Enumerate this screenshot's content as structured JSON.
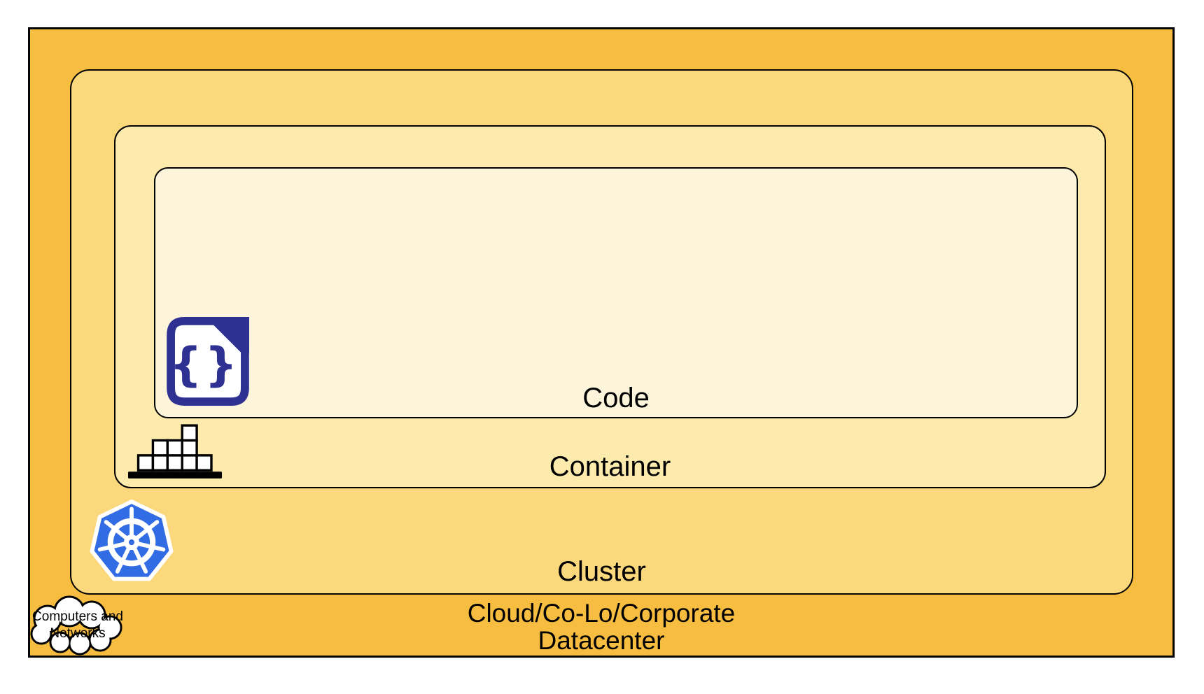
{
  "colors": {
    "datacenter_fill": "#F6BD40",
    "cluster_fill": "#FCD87D",
    "container_fill": "#FDEBAD",
    "code_fill": "#FDF4DC",
    "outline": "#000000",
    "kubernetes_blue": "#326CE5",
    "code_icon_ink": "#2E3192",
    "icon_box_fill": "#FFFFFF"
  },
  "layers": {
    "datacenter": {
      "label_line1": "Cloud/Co-Lo/Corporate",
      "label_line2": "Datacenter"
    },
    "cluster": {
      "label": "Cluster"
    },
    "container": {
      "label": "Container"
    },
    "code": {
      "label": "Code"
    }
  },
  "cloud_callout": {
    "line1": "Computers and",
    "line2": "Networks"
  },
  "icons": {
    "code_file_glyph": "{}",
    "names": [
      "code-file-icon",
      "container-stack-icon",
      "kubernetes-icon",
      "cloud-icon"
    ]
  }
}
